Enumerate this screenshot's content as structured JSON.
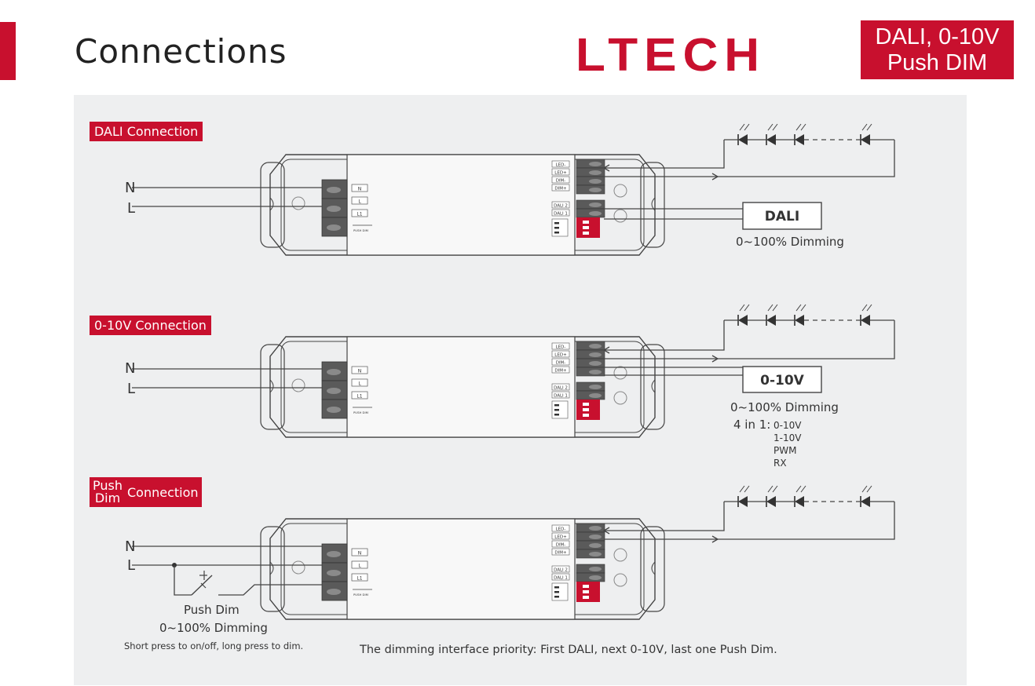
{
  "header": {
    "title": "Connections",
    "brand": "LTECH",
    "mode_line1": "DALI, 0-10V",
    "mode_line2": "Push DIM"
  },
  "sections": {
    "dali": {
      "label": "DALI Connection",
      "device": "DALI",
      "caption": "0~100% Dimming"
    },
    "v010": {
      "label": "0-10V Connection",
      "device": "0-10V",
      "caption": "0~100% Dimming",
      "modes_prefix": "4 in 1:",
      "modes": [
        "0-10V",
        "1-10V",
        "PWM",
        "RX"
      ]
    },
    "push": {
      "label_word1": "Push",
      "label_word2": "Dim",
      "label_rest": "Connection",
      "switch_name": "Push Dim",
      "caption": "0~100% Dimming",
      "note": "Short press to on/off, long press to dim."
    }
  },
  "wires": {
    "n": "N",
    "l": "L"
  },
  "terminals_in": [
    "N",
    "L",
    "L1"
  ],
  "terminals_out": [
    "LED-",
    "LED+",
    "DIM-",
    "DIM+",
    "DALI 2",
    "DALI 1"
  ],
  "push_mark": "PUSH DIM",
  "priority_note": "The dimming interface priority: First DALI, next 0-10V, last one Push Dim.",
  "colors": {
    "accent": "#c8102e",
    "panel": "#eeeff0",
    "line": "#444444"
  }
}
